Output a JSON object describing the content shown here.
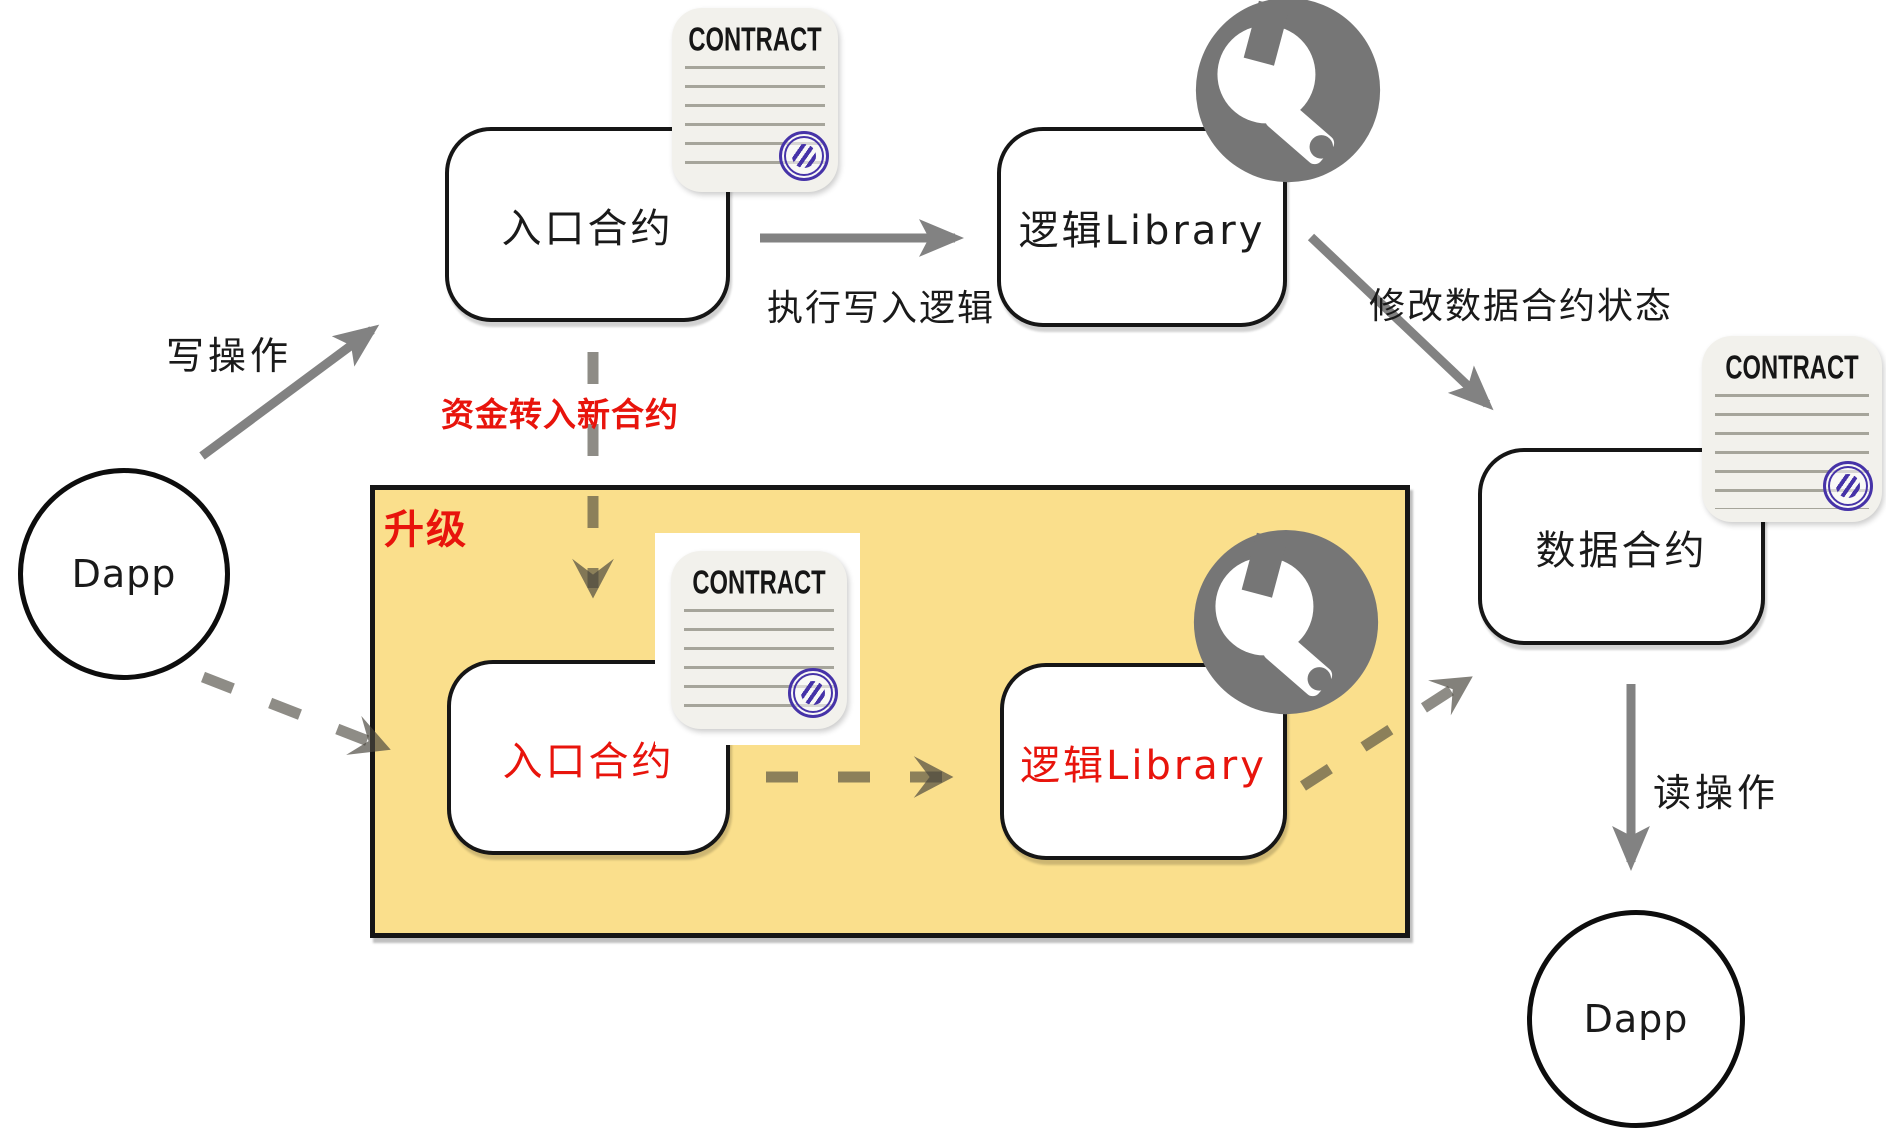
{
  "region": {
    "label": "升级"
  },
  "nodes": {
    "dapp_left": {
      "label": "Dapp"
    },
    "entry_contract": {
      "label": "入口合约"
    },
    "logic_library": {
      "label": "逻辑Library"
    },
    "data_contract": {
      "label": "数据合约"
    },
    "new_entry_contract": {
      "label": "入口合约"
    },
    "new_logic_library": {
      "label": "逻辑Library"
    },
    "dapp_bottom": {
      "label": "Dapp"
    }
  },
  "edges": {
    "write_op": {
      "label": "写操作"
    },
    "exec_write_logic": {
      "label": "执行写入逻辑"
    },
    "modify_data_state": {
      "label": "修改数据合约状态"
    },
    "funds_to_new_contract": {
      "label": "资金转入新合约"
    },
    "read_op": {
      "label": "读操作"
    }
  },
  "icons": {
    "contract_label": "CONTRACT"
  },
  "colors": {
    "highlight_region": "#FADF8C",
    "accent_red": "#E8140C",
    "arrow_gray": "#828282",
    "wrench_gray": "#767676",
    "stamp_purple": "#4633A8"
  }
}
